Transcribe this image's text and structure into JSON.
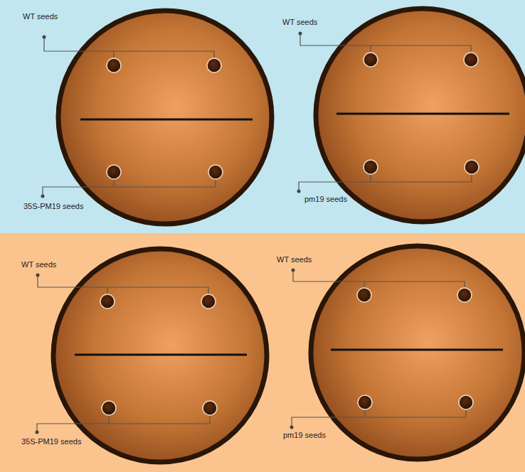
{
  "diagram": {
    "labels": [
      "WT seeds",
      "WT seeds",
      "35S-PM19 seeds",
      "pm19 seeds",
      "WT seeds",
      "WT seeds",
      "35S-PM19 seeds",
      "pm19 seeds"
    ]
  }
}
